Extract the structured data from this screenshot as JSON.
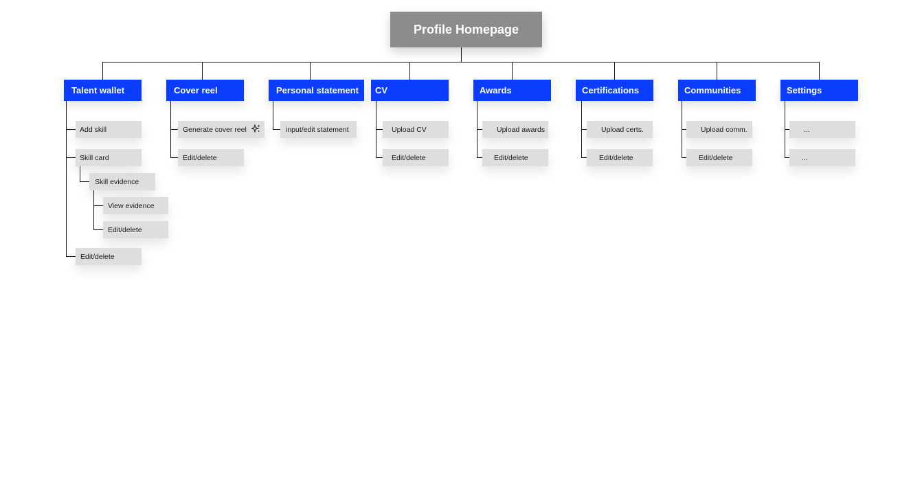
{
  "root": {
    "label": "Profile Homepage"
  },
  "categories": {
    "talent_wallet": {
      "label": "Talent wallet",
      "add_skill": "Add skill",
      "skill_card": "Skill card",
      "skill_evidence": "Skill evidence",
      "view_evidence": "View evidence",
      "evidence_edit": "Edit/delete",
      "edit": "Edit/delete"
    },
    "cover_reel": {
      "label": "Cover reel",
      "generate": "Generate cover reel",
      "edit": "Edit/delete",
      "sparkle_icon": "sparkle-icon"
    },
    "personal_statement": {
      "label": "Personal statement",
      "input": "input/edit statement"
    },
    "cv": {
      "label": "CV",
      "upload": "Upload CV",
      "edit": "Edit/delete"
    },
    "awards": {
      "label": "Awards",
      "upload": "Upload awards",
      "edit": "Edit/delete"
    },
    "certifications": {
      "label": "Certifications",
      "upload": "Upload certs.",
      "edit": "Edit/delete"
    },
    "communities": {
      "label": "Communities",
      "upload": "Upload comm.",
      "edit": "Edit/delete"
    },
    "settings": {
      "label": "Settings",
      "item1": "...",
      "item2": "..."
    }
  },
  "colors": {
    "root": "#8c8c8c",
    "category": "#0a3dff",
    "leaf": "#dedede",
    "line": "#1a1a1a"
  }
}
